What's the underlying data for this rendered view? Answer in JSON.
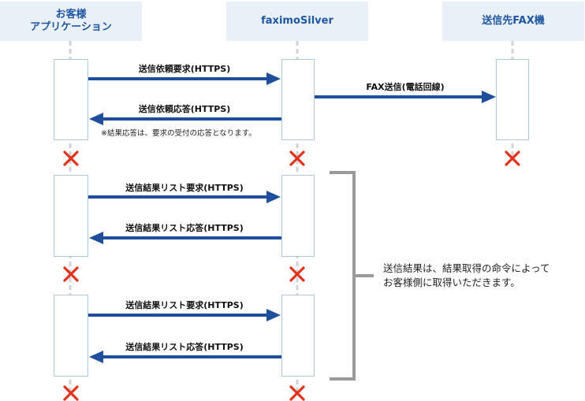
{
  "actors": {
    "client_line1": "お客様",
    "client_line2": "アプリケーション",
    "server": "faximoSilver",
    "fax": "送信先FAX機"
  },
  "messages": {
    "send_request": "送信依頼要求(HTTPS)",
    "fax_send": "FAX送信(電話回線)",
    "send_response": "送信依頼応答(HTTPS)",
    "result_list_request_1": "送信結果リスト要求(HTTPS)",
    "result_list_response_1": "送信結果リスト応答(HTTPS)",
    "result_list_request_2": "送信結果リスト要求(HTTPS)",
    "result_list_response_2": "送信結果リスト応答(HTTPS)"
  },
  "notes": {
    "response_note": "※結果応答は、要求の受付の応答となります。",
    "bracket_line1": "送信結果は、結果取得の命令によって",
    "bracket_line2": "お客様側に取得いただきます。"
  },
  "colors": {
    "actor_bg": "#e9f0f8",
    "actor_text": "#1f57a3",
    "arrow": "#1f4e9c",
    "lifeline": "#cfd3d8",
    "box_border": "#a9cbe4",
    "terminate": "#e2321c",
    "bracket": "#9a9a9a"
  }
}
